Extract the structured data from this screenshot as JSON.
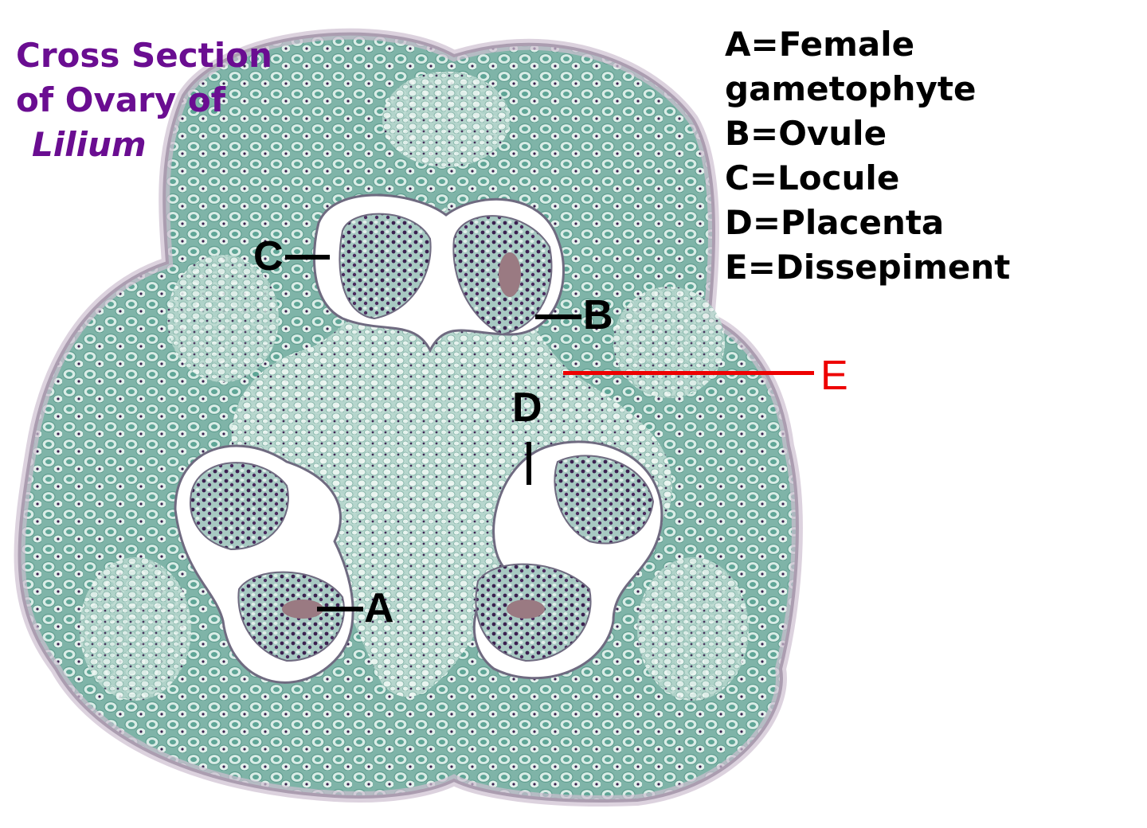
{
  "title": {
    "line1": "Cross Section",
    "line2": "of Ovary of",
    "line3": "Lilium"
  },
  "legend": [
    {
      "key": "A",
      "text": "A=Female gametophyte"
    },
    {
      "key": "B",
      "text": "B=Ovule"
    },
    {
      "key": "C",
      "text": "C=Locule"
    },
    {
      "key": "D",
      "text": "D=Placenta"
    },
    {
      "key": "E",
      "text": "E=Dissepiment"
    }
  ],
  "labels": {
    "A": "A",
    "B": "B",
    "C": "C",
    "D": "D",
    "E": "E"
  },
  "colors": {
    "title": "#6a0d91",
    "tissue": "#8fbfb4",
    "tissue_dark": "#4f9a8c",
    "epidermis": "#c9b8c8",
    "nuclei": "#3b2150",
    "label_red": "#ee0000"
  }
}
